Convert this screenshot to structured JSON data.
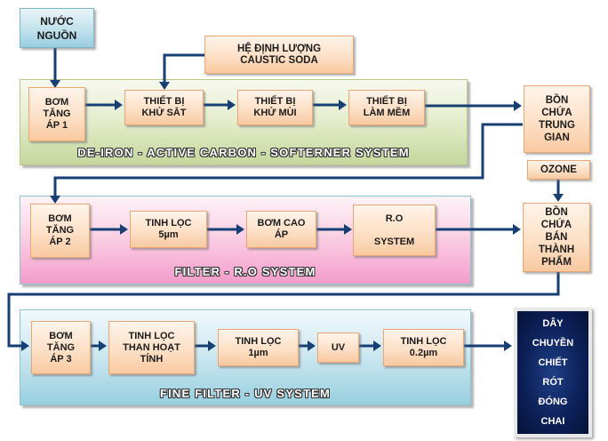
{
  "source": {
    "label": "NƯỚC\nNGUỒN"
  },
  "dosing": {
    "label": "HỆ ĐỊNH LƯỢNG\nCAUSTIC SODA"
  },
  "stage1": {
    "title": "DE-IRON - ACTIVE CARBON - SOFTERNER SYSTEM",
    "nodes": [
      {
        "label": "BƠM\nTĂNG\nÁP 1"
      },
      {
        "label": "THIẾT BỊ\nKHỬ SẮT"
      },
      {
        "label": "THIẾT BỊ\nKHỬ MÙI"
      },
      {
        "label": "THIẾT BỊ\nLÀM MỀM"
      }
    ]
  },
  "tank_intermediate": {
    "label": "BỒN\nCHỨA\nTRUNG\nGIAN"
  },
  "ozone": {
    "label": "OZONE"
  },
  "stage2": {
    "title": "FILTER - R.O SYSTEM",
    "nodes": [
      {
        "label": "BƠM\nTĂNG\nÁP 2"
      },
      {
        "label": "TINH LỌC\n5µm"
      },
      {
        "label": "BƠM CAO\nÁP"
      },
      {
        "label": "R.O\n\nSYSTEM"
      }
    ]
  },
  "tank_semi": {
    "label": "BỒN\nCHỨA\nBÁN\nTHÀNH\nPHẨM"
  },
  "stage3": {
    "title": "FINE FILTER - UV SYSTEM",
    "nodes": [
      {
        "label": "BƠM\nTĂNG\nÁP 3"
      },
      {
        "label": "TINH LỌC\nTHAN HOẠT\nTÍNH"
      },
      {
        "label": "TINH LỌC\n1µm"
      },
      {
        "label": "UV"
      },
      {
        "label": "TINH LỌC\n0.2µm"
      }
    ]
  },
  "final": {
    "label": "DÂY\nCHUYỀN\nCHIẾT\nRÓT\nĐÓNG\nCHAI"
  },
  "colors": {
    "arrow": "#173f73",
    "node_fill": "#fde0c6",
    "final_fill": "#0c1f56"
  }
}
